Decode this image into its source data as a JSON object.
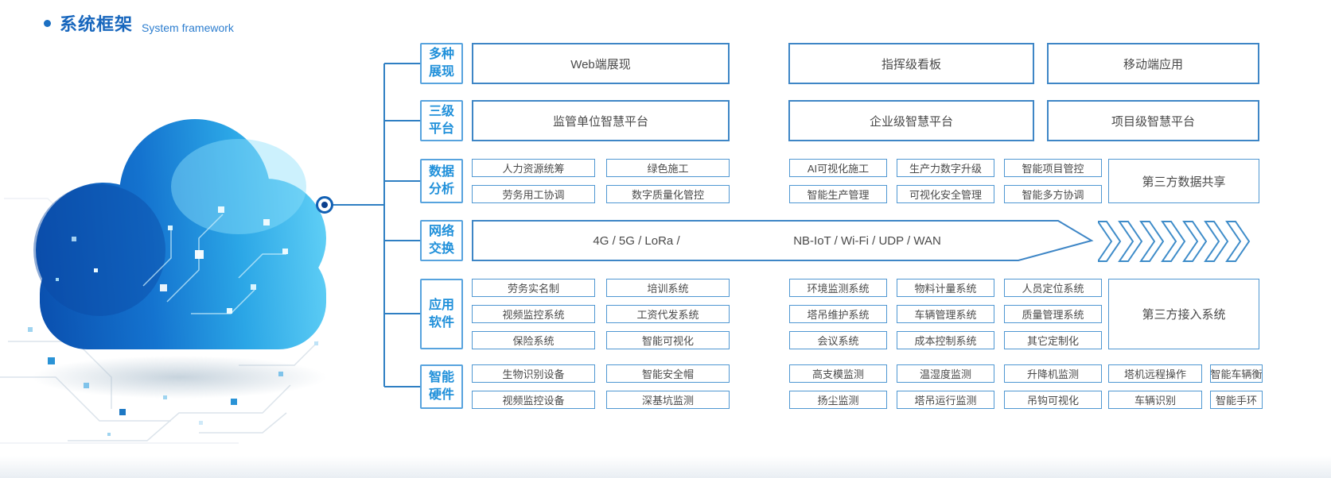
{
  "header": {
    "title_zh": "系统框架",
    "title_en": "System framework"
  },
  "colors": {
    "accent_blue": "#1b6fc2",
    "branch_label_blue": "#2090da",
    "box_border_blue": "#3e86c6",
    "box_text_gray": "#4a4a4a",
    "cloud_dark_blue": "#0a4fae",
    "cloud_light_cyan": "#63d2f7"
  },
  "branch_labels": [
    [
      "多种",
      "展现"
    ],
    [
      "三级",
      "平台"
    ],
    [
      "数据",
      "分析"
    ],
    [
      "网络",
      "交换"
    ],
    [
      "应用",
      "软件"
    ],
    [
      "智能",
      "硬件"
    ]
  ],
  "display_row": [
    "Web端展现",
    "指挥级看板",
    "移动端应用"
  ],
  "platform_row": [
    "监管单位智慧平台",
    "企业级智慧平台",
    "项目级智慧平台"
  ],
  "data_analysis": {
    "row1": [
      "人力资源统筹",
      "绿色施工",
      "AI可视化施工",
      "生产力数字升级",
      "智能项目管控"
    ],
    "row2": [
      "劳务用工协调",
      "数字质量化管控",
      "智能生产管理",
      "可视化安全管理",
      "智能多方协调"
    ],
    "shared": "第三方数据共享"
  },
  "network": {
    "left": "4G / 5G / LoRa /",
    "right": "NB-IoT / Wi-Fi / UDP / WAN",
    "chevron_count": 7
  },
  "app_software": {
    "row1": [
      "劳务实名制",
      "培训系统",
      "环境监测系统",
      "物料计量系统",
      "人员定位系统"
    ],
    "row2": [
      "视频监控系统",
      "工资代发系统",
      "塔吊维护系统",
      "车辆管理系统",
      "质量管理系统"
    ],
    "row3": [
      "保险系统",
      "智能可视化",
      "会议系统",
      "成本控制系统",
      "其它定制化"
    ],
    "shared": "第三方接入系统"
  },
  "smart_hardware": {
    "row1": [
      "生物识别设备",
      "智能安全帽",
      "高支模监测",
      "温湿度监测",
      "升降机监测",
      "塔机远程操作",
      "智能车辆衡"
    ],
    "row2": [
      "视频监控设备",
      "深基坑监测",
      "扬尘监测",
      "塔吊运行监测",
      "吊钩可视化",
      "车辆识别",
      "智能手环"
    ]
  }
}
